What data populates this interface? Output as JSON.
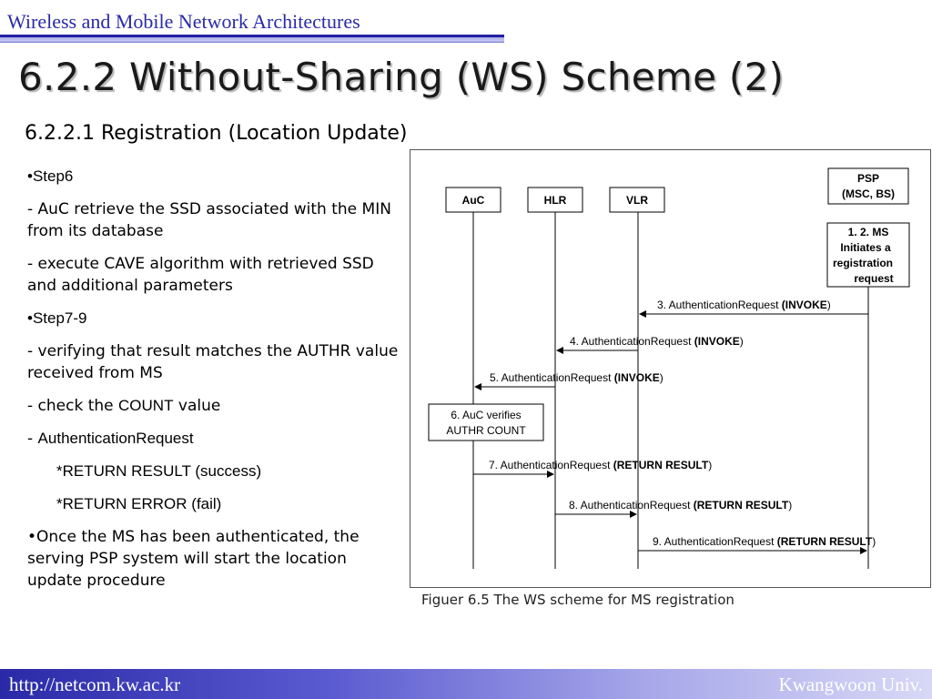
{
  "header": {
    "course_title": "Wireless and Mobile Network Architectures"
  },
  "slide": {
    "title": "6.2.2 Without-Sharing (WS) Scheme (2)",
    "subtitle": "6.2.2.1 Registration (Location Update)"
  },
  "bullets": {
    "step6": "•Step6",
    "step6_a": " - AuC retrieve the SSD associated with the MIN from its database",
    "step6_b": "  - execute CAVE algorithm with retrieved SSD and additional parameters",
    "step7": "•Step7-9",
    "step7_a": "  - verifying that result matches the AUTHR value received from MS",
    "step7_b_prefix": "  - check the ",
    "step7_b_word": "COUNT",
    "step7_b_suffix": " value",
    "step7_c_prefix": "  -  ",
    "step7_c_word": "AuthenticationRequest",
    "return_result": "*RETURN RESULT (success)",
    "return_error": "*RETURN ERROR (fail)",
    "final": "•Once the MS has been authenticated, the serving PSP system will start the location update procedure"
  },
  "diagram": {
    "entities": {
      "auc": "AuC",
      "hlr": "HLR",
      "vlr": "VLR",
      "psp_line1": "PSP",
      "psp_line2": "(MSC, BS)"
    },
    "notes": {
      "ms_line1": "1. 2. MS",
      "ms_line2": "Initiates a",
      "ms_line3": "registration",
      "ms_line4": "request",
      "auc_line1": "6. AuC verifies",
      "auc_line2": "AUTHR COUNT"
    },
    "messages": [
      {
        "prefix": "3. AuthenticationRequest ",
        "bold": "(INVOKE",
        "suffix": ")"
      },
      {
        "prefix": "4. AuthenticationRequest ",
        "bold": "(INVOKE",
        "suffix": ")"
      },
      {
        "prefix": "5. AuthenticationRequest ",
        "bold": "(INVOKE",
        "suffix": ")"
      },
      {
        "prefix": "7. AuthenticationRequest ",
        "bold": "(RETURN RESULT",
        "suffix": ")"
      },
      {
        "prefix": "8. AuthenticationRequest ",
        "bold": "(RETURN RESULT",
        "suffix": ")"
      },
      {
        "prefix": "9. AuthenticationRequest ",
        "bold": "(RETURN RESULT",
        "suffix": ")"
      }
    ]
  },
  "caption": "Figuer 6.5 The WS scheme for MS registration",
  "footer": {
    "url": "http://netcom.kw.ac.kr",
    "org": "Kwangwoon Univ."
  },
  "colors": {
    "header_text": "#2a2aa8",
    "footer_start": "#2a2aa8",
    "footer_end": "#d8d8f6"
  }
}
